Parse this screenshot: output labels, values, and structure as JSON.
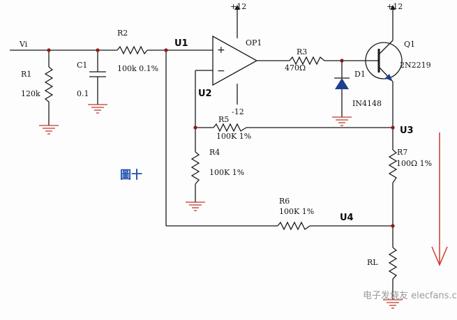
{
  "labels": {
    "vi": "Vi",
    "r1_name": "R1",
    "r1_value": "120k",
    "c1_name": "C1",
    "c1_value": "0.1",
    "r2_name": "R2",
    "r2_value": "100k 0.1%",
    "u1": "U1",
    "u2": "U2",
    "u3": "U3",
    "u4": "U4",
    "supply_pos_op": "+12",
    "supply_neg_op": "-12",
    "supply_pos_q": "+12",
    "op_name": "OP1",
    "op_plus": "+",
    "op_minus": "−",
    "r3_name": "R3",
    "r3_value": "470Ω",
    "d1_name": "D1",
    "d1_value": "IN4148",
    "q1_name": "Q1",
    "q1_value": "2N2219",
    "r5_name": "R5",
    "r5_value": "100K 1%",
    "r4_name": "R4",
    "r4_value": "100K 1%",
    "r7_name": "R7",
    "r7_value": "100Ω 1%",
    "r6_name": "R6",
    "r6_value": "100K 1%",
    "rl_name": "RL",
    "figure_label": "圖十",
    "watermark": "电子发烧友 elecfans.com"
  },
  "colors": {
    "ground": "#c0392b",
    "current_arrow": "#d03a2a",
    "figure_label": "#1f4fb0",
    "diode_fill": "#1f3f8f",
    "transistor_arrow": "#1f3f8f"
  }
}
